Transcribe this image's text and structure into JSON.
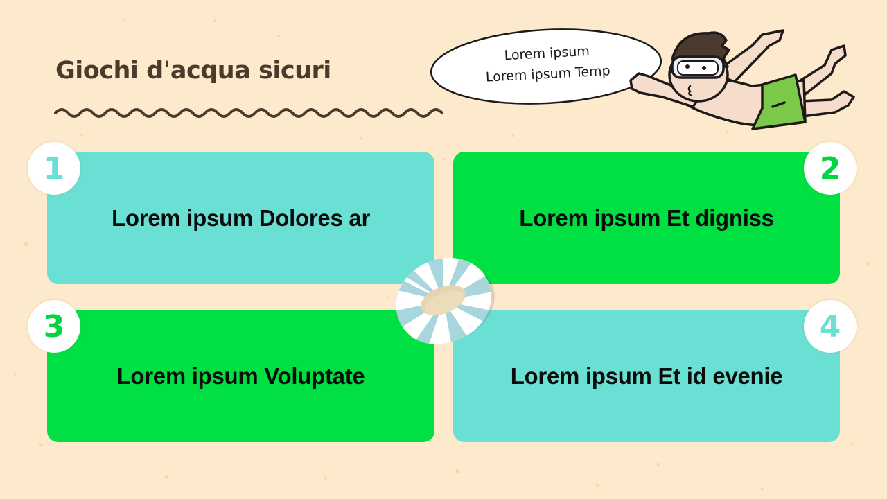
{
  "slide": {
    "title": "Giochi d'acqua sicuri",
    "background_color": "#fde9cc",
    "title_color": "#4a3b2c"
  },
  "speech_bubble": {
    "line1": "Lorem ipsum",
    "line2": "Lorem ipsum Temp"
  },
  "colors": {
    "teal": "#6ae0d4",
    "green": "#00e043",
    "badge_bg": "#ffffff"
  },
  "cards": [
    {
      "number": "1",
      "label": "Lorem ipsum Dolores ar",
      "color": "#6ae0d4"
    },
    {
      "number": "2",
      "label": "Lorem ipsum Et digniss",
      "color": "#00e043"
    },
    {
      "number": "3",
      "label": "Lorem ipsum Voluptate",
      "color": "#00e043"
    },
    {
      "number": "4",
      "label": "Lorem ipsum Et id evenie",
      "color": "#6ae0d4"
    }
  ],
  "decorations": {
    "wave": "wavy-divider",
    "swimmer": "swimmer-illustration",
    "buoy": "lifebuoy-illustration"
  }
}
